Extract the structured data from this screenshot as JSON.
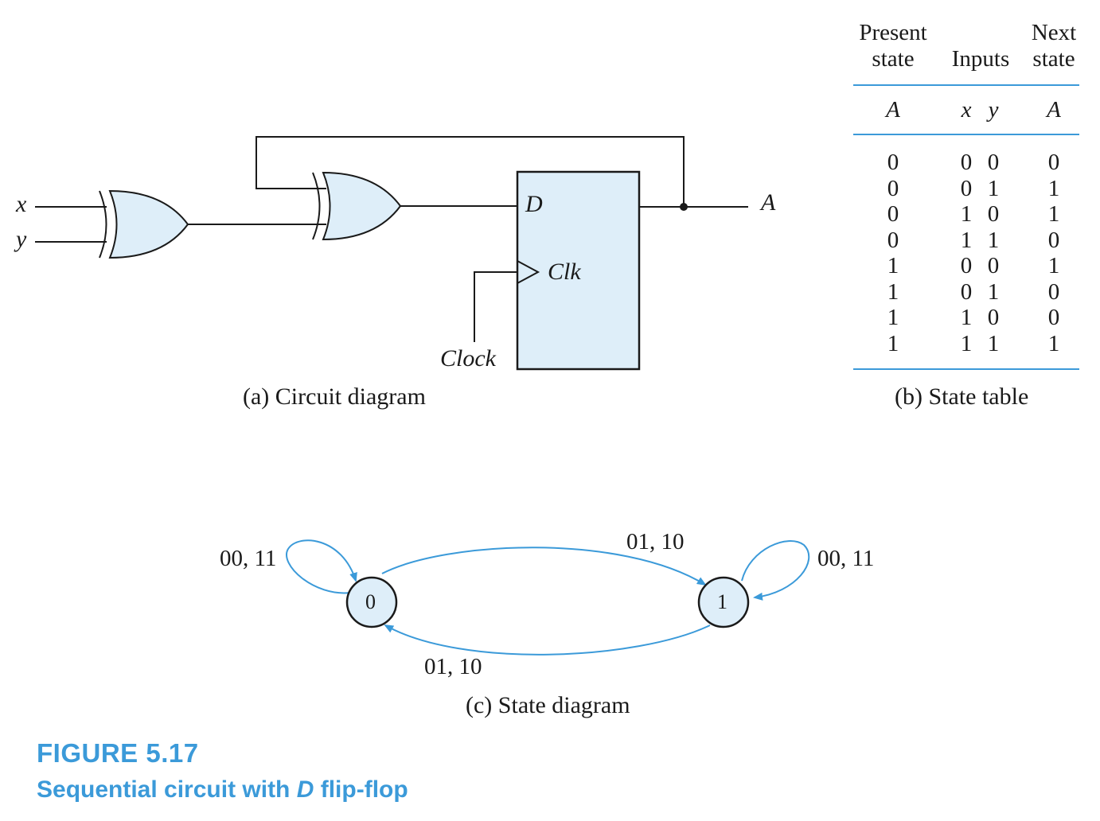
{
  "circuit": {
    "input_x": "x",
    "input_y": "y",
    "ff_d": "D",
    "ff_clk": "Clk",
    "clock": "Clock",
    "output": "A",
    "caption": "(a) Circuit diagram"
  },
  "state_table": {
    "headers": {
      "present_1": "Present",
      "present_2": "state",
      "inputs": "Inputs",
      "next_1": "Next",
      "next_2": "state"
    },
    "subheaders": {
      "present": "A",
      "x": "x",
      "y": "y",
      "next": "A"
    },
    "rows": [
      {
        "A": "0",
        "x": "0",
        "y": "0",
        "next": "0"
      },
      {
        "A": "0",
        "x": "0",
        "y": "1",
        "next": "1"
      },
      {
        "A": "0",
        "x": "1",
        "y": "0",
        "next": "1"
      },
      {
        "A": "0",
        "x": "1",
        "y": "1",
        "next": "0"
      },
      {
        "A": "1",
        "x": "0",
        "y": "0",
        "next": "1"
      },
      {
        "A": "1",
        "x": "0",
        "y": "1",
        "next": "0"
      },
      {
        "A": "1",
        "x": "1",
        "y": "0",
        "next": "0"
      },
      {
        "A": "1",
        "x": "1",
        "y": "1",
        "next": "1"
      }
    ],
    "caption": "(b) State table"
  },
  "state_diagram": {
    "state0": "0",
    "state1": "1",
    "self_loop_0": "00, 11",
    "self_loop_1": "00, 11",
    "transition_0_to_1": "01, 10",
    "transition_1_to_0": "01, 10",
    "caption": "(c) State diagram"
  },
  "figure": {
    "number": "FIGURE 5.17",
    "title_before": "Sequential circuit with ",
    "title_italic": "D",
    "title_after": " flip-flop"
  },
  "colors": {
    "accent": "#3b9ad9",
    "fill": "#deeef9",
    "line": "#1a1a1a"
  }
}
